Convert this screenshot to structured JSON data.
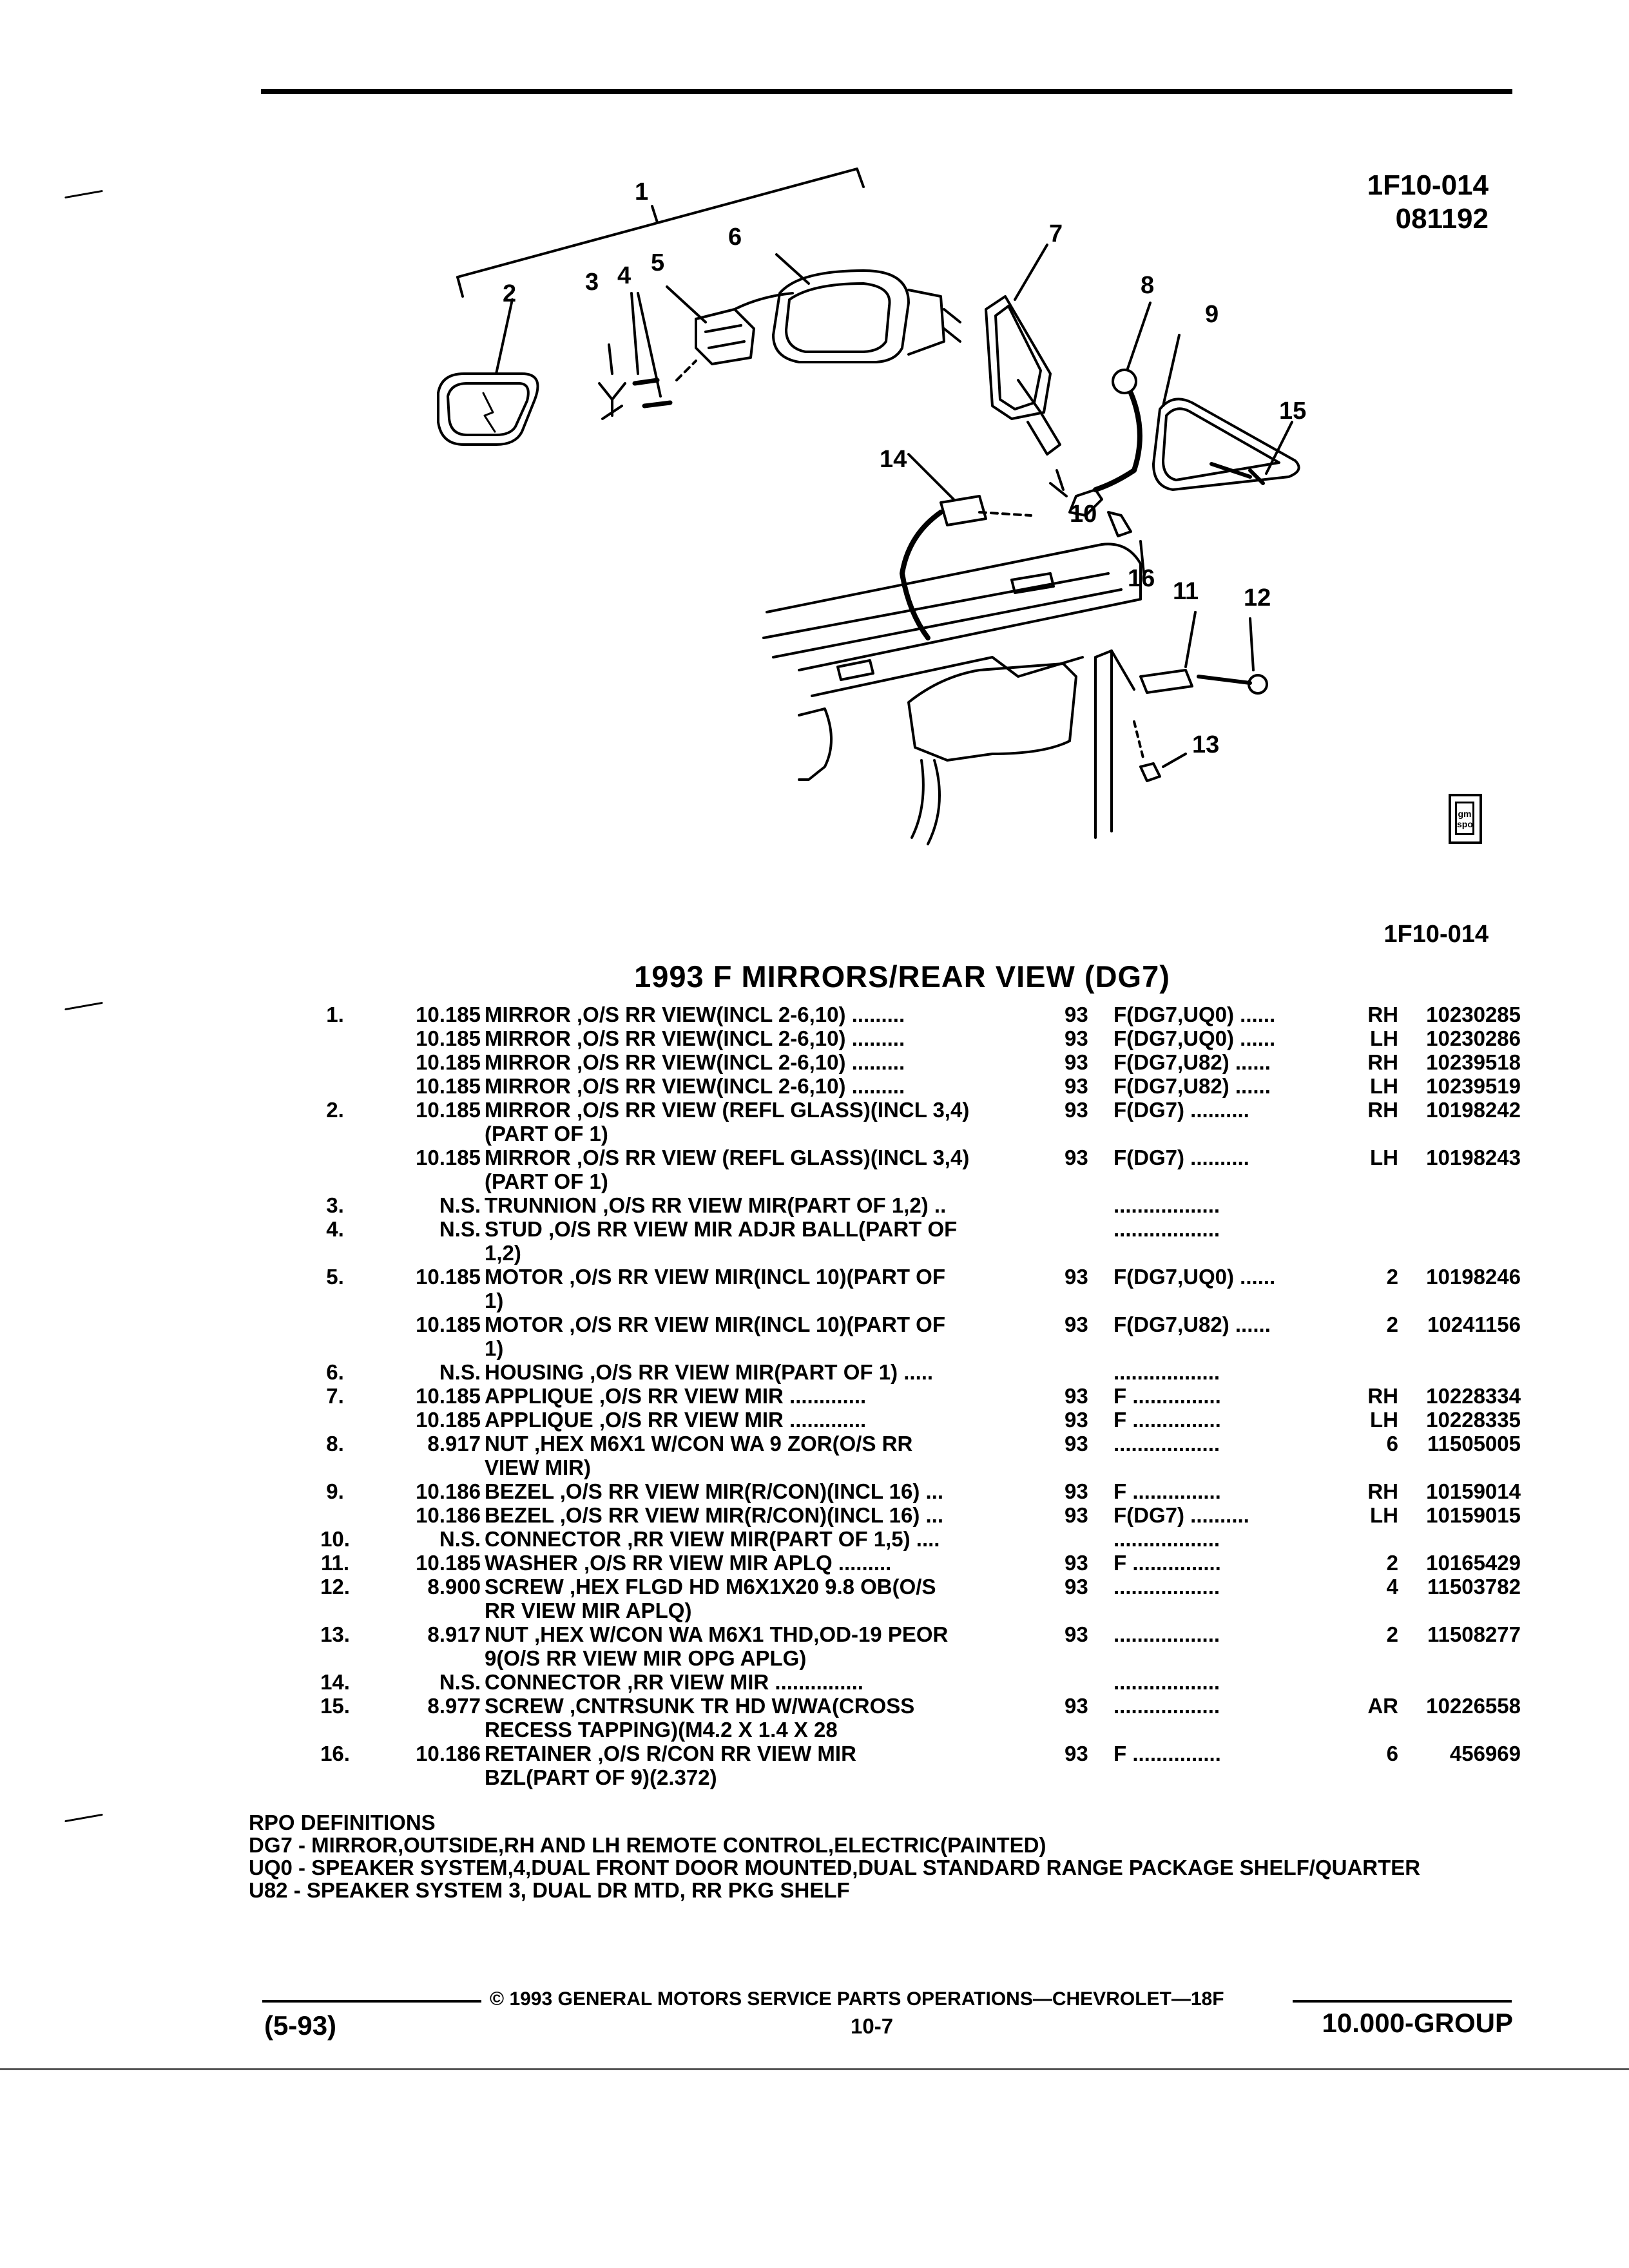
{
  "figure": {
    "code": "1F10-014",
    "date": "081192",
    "code_bottom": "1F10-014",
    "callouts": [
      "1",
      "2",
      "3",
      "4",
      "5",
      "6",
      "7",
      "8",
      "9",
      "10",
      "11",
      "12",
      "13",
      "14",
      "15",
      "16"
    ],
    "logo_text": "gm spo"
  },
  "section_title": "1993 F MIRRORS/REAR VIEW (DG7)",
  "parts": [
    {
      "item": "1.",
      "group": "10.185",
      "desc": "MIRROR ,O/S RR VIEW(INCL 2-6,10)  .........",
      "year": "93",
      "code": "F(DG7,UQ0)  ......",
      "qty": "RH",
      "pn": "10230285"
    },
    {
      "item": "",
      "group": "10.185",
      "desc": "MIRROR ,O/S RR VIEW(INCL 2-6,10)  .........",
      "year": "93",
      "code": "F(DG7,UQ0)  ......",
      "qty": "LH",
      "pn": "10230286"
    },
    {
      "item": "",
      "group": "10.185",
      "desc": "MIRROR ,O/S RR VIEW(INCL 2-6,10)  .........",
      "year": "93",
      "code": "F(DG7,U82)  ......",
      "qty": "RH",
      "pn": "10239518"
    },
    {
      "item": "",
      "group": "10.185",
      "desc": "MIRROR ,O/S RR VIEW(INCL 2-6,10)  .........",
      "year": "93",
      "code": "F(DG7,U82)  ......",
      "qty": "LH",
      "pn": "10239519"
    },
    {
      "item": "2.",
      "group": "10.185",
      "desc": "MIRROR ,O/S RR VIEW (REFL GLASS)(INCL 3,4)",
      "year": "93",
      "code": "F(DG7)  ..........",
      "qty": "RH",
      "pn": "10198242"
    },
    {
      "item": "",
      "group": "",
      "desc": "(PART OF 1)",
      "year": "",
      "code": "",
      "qty": "",
      "pn": ""
    },
    {
      "item": "",
      "group": "10.185",
      "desc": "MIRROR ,O/S RR VIEW (REFL GLASS)(INCL 3,4)",
      "year": "93",
      "code": "F(DG7)  ..........",
      "qty": "LH",
      "pn": "10198243"
    },
    {
      "item": "",
      "group": "",
      "desc": "(PART OF 1)",
      "year": "",
      "code": "",
      "qty": "",
      "pn": ""
    },
    {
      "item": "3.",
      "group": "N.S.",
      "desc": "TRUNNION ,O/S RR VIEW MIR(PART OF 1,2) ..",
      "year": "",
      "code": "..................",
      "qty": "",
      "pn": ""
    },
    {
      "item": "4.",
      "group": "N.S.",
      "desc": "STUD ,O/S RR VIEW MIR ADJR BALL(PART OF",
      "year": "",
      "code": "..................",
      "qty": "",
      "pn": ""
    },
    {
      "item": "",
      "group": "",
      "desc": "1,2)",
      "year": "",
      "code": "",
      "qty": "",
      "pn": ""
    },
    {
      "item": "5.",
      "group": "10.185",
      "desc": "MOTOR ,O/S RR VIEW MIR(INCL 10)(PART OF",
      "year": "93",
      "code": "F(DG7,UQ0)  ......",
      "qty": "2",
      "pn": "10198246"
    },
    {
      "item": "",
      "group": "",
      "desc": "1)",
      "year": "",
      "code": "",
      "qty": "",
      "pn": ""
    },
    {
      "item": "",
      "group": "10.185",
      "desc": "MOTOR ,O/S RR VIEW MIR(INCL 10)(PART OF",
      "year": "93",
      "code": "F(DG7,U82)  ......",
      "qty": "2",
      "pn": "10241156"
    },
    {
      "item": "",
      "group": "",
      "desc": "1)",
      "year": "",
      "code": "",
      "qty": "",
      "pn": ""
    },
    {
      "item": "6.",
      "group": "N.S.",
      "desc": "HOUSING ,O/S RR VIEW MIR(PART OF 1) .....",
      "year": "",
      "code": "..................",
      "qty": "",
      "pn": ""
    },
    {
      "item": "7.",
      "group": "10.185",
      "desc": "APPLIQUE ,O/S RR VIEW MIR  .............",
      "year": "93",
      "code": "F  ...............",
      "qty": "RH",
      "pn": "10228334"
    },
    {
      "item": "",
      "group": "10.185",
      "desc": "APPLIQUE ,O/S RR VIEW MIR  .............",
      "year": "93",
      "code": "F  ...............",
      "qty": "LH",
      "pn": "10228335"
    },
    {
      "item": "8.",
      "group": "8.917",
      "desc": "NUT ,HEX M6X1 W/CON WA 9 ZOR(O/S RR",
      "year": "93",
      "code": "..................",
      "qty": "6",
      "pn": "11505005"
    },
    {
      "item": "",
      "group": "",
      "desc": "VIEW MIR)",
      "year": "",
      "code": "",
      "qty": "",
      "pn": ""
    },
    {
      "item": "9.",
      "group": "10.186",
      "desc": "BEZEL ,O/S RR VIEW MIR(R/CON)(INCL 16)  ...",
      "year": "93",
      "code": "F  ...............",
      "qty": "RH",
      "pn": "10159014"
    },
    {
      "item": "",
      "group": "10.186",
      "desc": "BEZEL ,O/S RR VIEW MIR(R/CON)(INCL 16)  ...",
      "year": "93",
      "code": "F(DG7)  ..........",
      "qty": "LH",
      "pn": "10159015"
    },
    {
      "item": "10.",
      "group": "N.S.",
      "desc": "CONNECTOR ,RR VIEW MIR(PART OF 1,5)  ....",
      "year": "",
      "code": "..................",
      "qty": "",
      "pn": ""
    },
    {
      "item": "11.",
      "group": "10.185",
      "desc": "WASHER ,O/S RR VIEW MIR APLQ  .........",
      "year": "93",
      "code": "F  ...............",
      "qty": "2",
      "pn": "10165429"
    },
    {
      "item": "12.",
      "group": "8.900",
      "desc": "SCREW ,HEX FLGD HD M6X1X20 9.8 OB(O/S",
      "year": "93",
      "code": "..................",
      "qty": "4",
      "pn": "11503782"
    },
    {
      "item": "",
      "group": "",
      "desc": "RR VIEW MIR APLQ)",
      "year": "",
      "code": "",
      "qty": "",
      "pn": ""
    },
    {
      "item": "13.",
      "group": "8.917",
      "desc": "NUT ,HEX W/CON WA M6X1 THD,OD-19 PEOR",
      "year": "93",
      "code": "..................",
      "qty": "2",
      "pn": "11508277"
    },
    {
      "item": "",
      "group": "",
      "desc": "9(O/S RR VIEW MIR OPG APLG)",
      "year": "",
      "code": "",
      "qty": "",
      "pn": ""
    },
    {
      "item": "14.",
      "group": "N.S.",
      "desc": "CONNECTOR ,RR VIEW MIR  ...............",
      "year": "",
      "code": "..................",
      "qty": "",
      "pn": ""
    },
    {
      "item": "15.",
      "group": "8.977",
      "desc": "SCREW ,CNTRSUNK TR HD W/WA(CROSS",
      "year": "93",
      "code": "..................",
      "qty": "AR",
      "pn": "10226558"
    },
    {
      "item": "",
      "group": "",
      "desc": "RECESS TAPPING)(M4.2 X 1.4 X 28",
      "year": "",
      "code": "",
      "qty": "",
      "pn": ""
    },
    {
      "item": "16.",
      "group": "10.186",
      "desc": "RETAINER ,O/S R/CON RR VIEW MIR",
      "year": "93",
      "code": "F  ...............",
      "qty": "6",
      "pn": "456969"
    },
    {
      "item": "",
      "group": "",
      "desc": "BZL(PART OF 9)(2.372)",
      "year": "",
      "code": "",
      "qty": "",
      "pn": ""
    }
  ],
  "rpo": {
    "heading": "RPO DEFINITIONS",
    "lines": [
      "DG7 - MIRROR,OUTSIDE,RH AND LH REMOTE CONTROL,ELECTRIC(PAINTED)",
      "UQ0 - SPEAKER SYSTEM,4,DUAL FRONT DOOR MOUNTED,DUAL STANDARD RANGE PACKAGE SHELF/QUARTER",
      "U82 - SPEAKER SYSTEM 3, DUAL DR MTD, RR PKG SHELF"
    ]
  },
  "footer": {
    "copyright": "© 1993 GENERAL MOTORS SERVICE PARTS OPERATIONS—CHEVROLET—18F",
    "date": "(5-93)",
    "page": "10-7",
    "group": "10.000-GROUP"
  }
}
